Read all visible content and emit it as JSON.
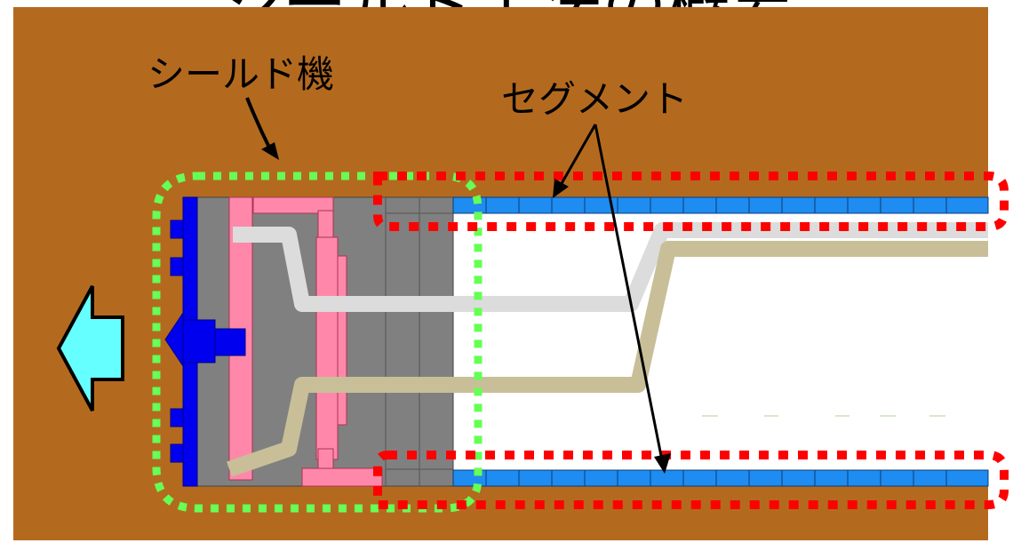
{
  "title_partial": "シールド工法の概要",
  "labels": {
    "shield_machine": "シールド機",
    "segment": "セグメント"
  },
  "colors": {
    "ground": "#b46a1e",
    "cutter": "#0000ee",
    "shield_body": "#808080",
    "pink_parts": "#ff88aa",
    "segment": "#1e8cf0",
    "white_pipe": "#dcdcdc",
    "beige_pipe": "#c8bf98",
    "green_outline": "#66ff55",
    "red_outline": "#ff0000",
    "direction_arrow": "#66ffff"
  },
  "icons": {
    "direction": "left-arrow-icon"
  }
}
